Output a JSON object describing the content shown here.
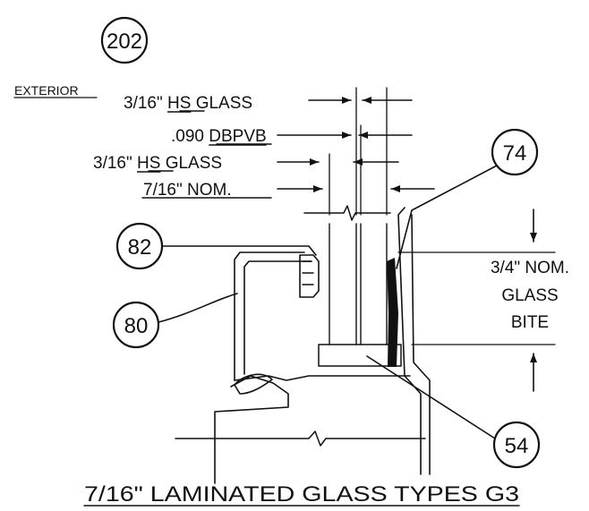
{
  "callouts": {
    "c202": "202",
    "c74": "74",
    "c82": "82",
    "c80": "80",
    "c54": "54"
  },
  "labels": {
    "exterior": "EXTERIOR",
    "glass_outer_size": "3/16\"",
    "glass_outer_hs": "HS",
    "glass_outer_word": "GLASS",
    "interlayer_size": ".090",
    "interlayer_type": "DBPVB",
    "glass_inner_size": "3/16\"",
    "glass_inner_hs": "HS",
    "glass_inner_word": "GLASS",
    "overall": "7/16\" NOM.",
    "bite_line1": "3/4\" NOM.",
    "bite_line2": "GLASS",
    "bite_line3": "BITE",
    "title": "7/16\" LAMINATED GLASS TYPES G3"
  }
}
